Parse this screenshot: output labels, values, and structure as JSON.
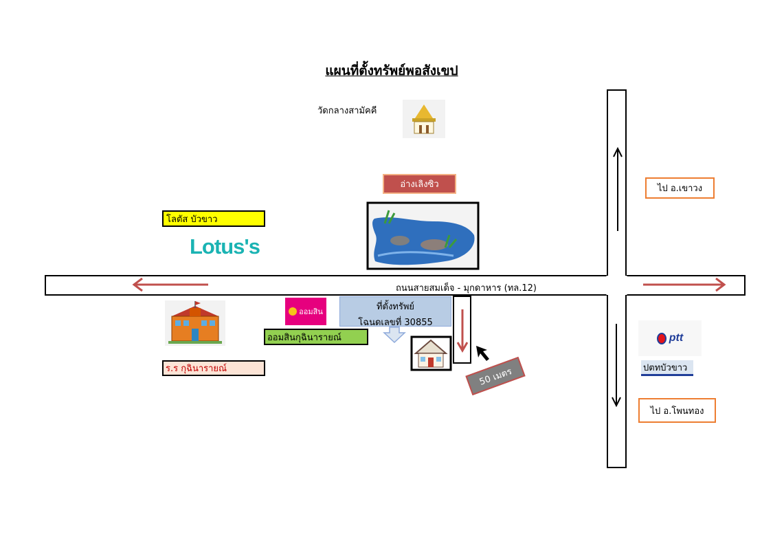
{
  "map": {
    "title": "แผนที่ตั้งทรัพย์พอสังเขป",
    "main_road_label": "ถนนสายสมเด็จ - มุกดาหาร (ทล.12)",
    "property_label_line1": "ที่ตั้งทรัพย์",
    "property_label_line2": "โฉนดเลขที่ 30855",
    "distance_label": "50 เมตร"
  },
  "landmarks": {
    "temple": "วัดกลางสามัคคี",
    "reservoir": "อ่างเลิงซิว",
    "lotus_store": "โลตัส บัวขาว",
    "lotus_logo": "Lotus's",
    "school": "ร.ร กุฉินารายณ์",
    "bank": "ออมสินกุฉินารายณ์",
    "bank_logo": "ออมสิน",
    "gas_station": "ปตทบัวขาว",
    "ptt_logo": "ptt"
  },
  "directions": {
    "north": "ไป อ.เขาวง",
    "south": "ไป อ.โพนทอง"
  },
  "colors": {
    "arrow_red": "#c0504d",
    "lotus_yellow": "#ffff00",
    "bank_green": "#92d050",
    "bank_pink": "#e6007e",
    "school_fill": "#fce4d6",
    "school_text": "#c00000",
    "property_blue": "#b8cce4",
    "reservoir_box": "#c0504d",
    "direction_border": "#ed7d31",
    "ptt_blue": "#1f3d99",
    "gas_fill": "#dbe5f1"
  }
}
